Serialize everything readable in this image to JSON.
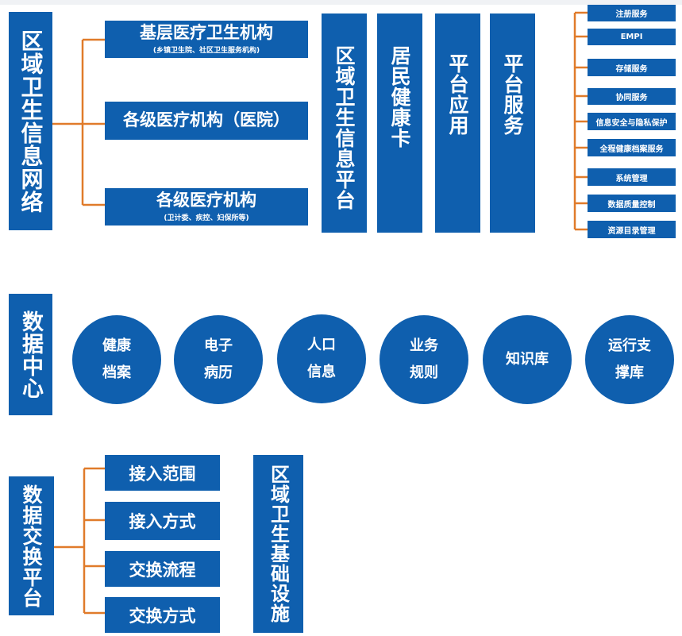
{
  "section1": {
    "title": "区域卫生信息网络",
    "branches": [
      {
        "label": "基层医疗卫生机构",
        "sub": "(乡镇卫生院、社区卫生服务机构)"
      },
      {
        "label": "各级医疗机构（医院）",
        "sub": ""
      },
      {
        "label": "各级医疗机构",
        "sub": "(卫计委、疾控、妇保所等)"
      }
    ],
    "platform": "区域卫生信息平台",
    "card": "居民健康卡",
    "app": "平台应用",
    "services_title": "平台服务",
    "services": [
      "注册服务",
      "EMPI",
      "存储服务",
      "协同服务",
      "信息安全与隐私保护",
      "全程健康档案服务",
      "系统管理",
      "数据质量控制",
      "资源目录管理"
    ]
  },
  "section2": {
    "title": "数据中心",
    "circles": [
      "健康\n档案",
      "电子\n病历",
      "人口\n信息",
      "业务\n规则",
      "知识库",
      "运行支\n撑库"
    ]
  },
  "section3": {
    "title": "数据交换平台",
    "items": [
      "接入范围",
      "接入方式",
      "交换流程",
      "交换方式"
    ],
    "infra": "区域卫生基础设施"
  },
  "colors": {
    "box": "#0f5fae",
    "connector": "#e07b2a"
  }
}
